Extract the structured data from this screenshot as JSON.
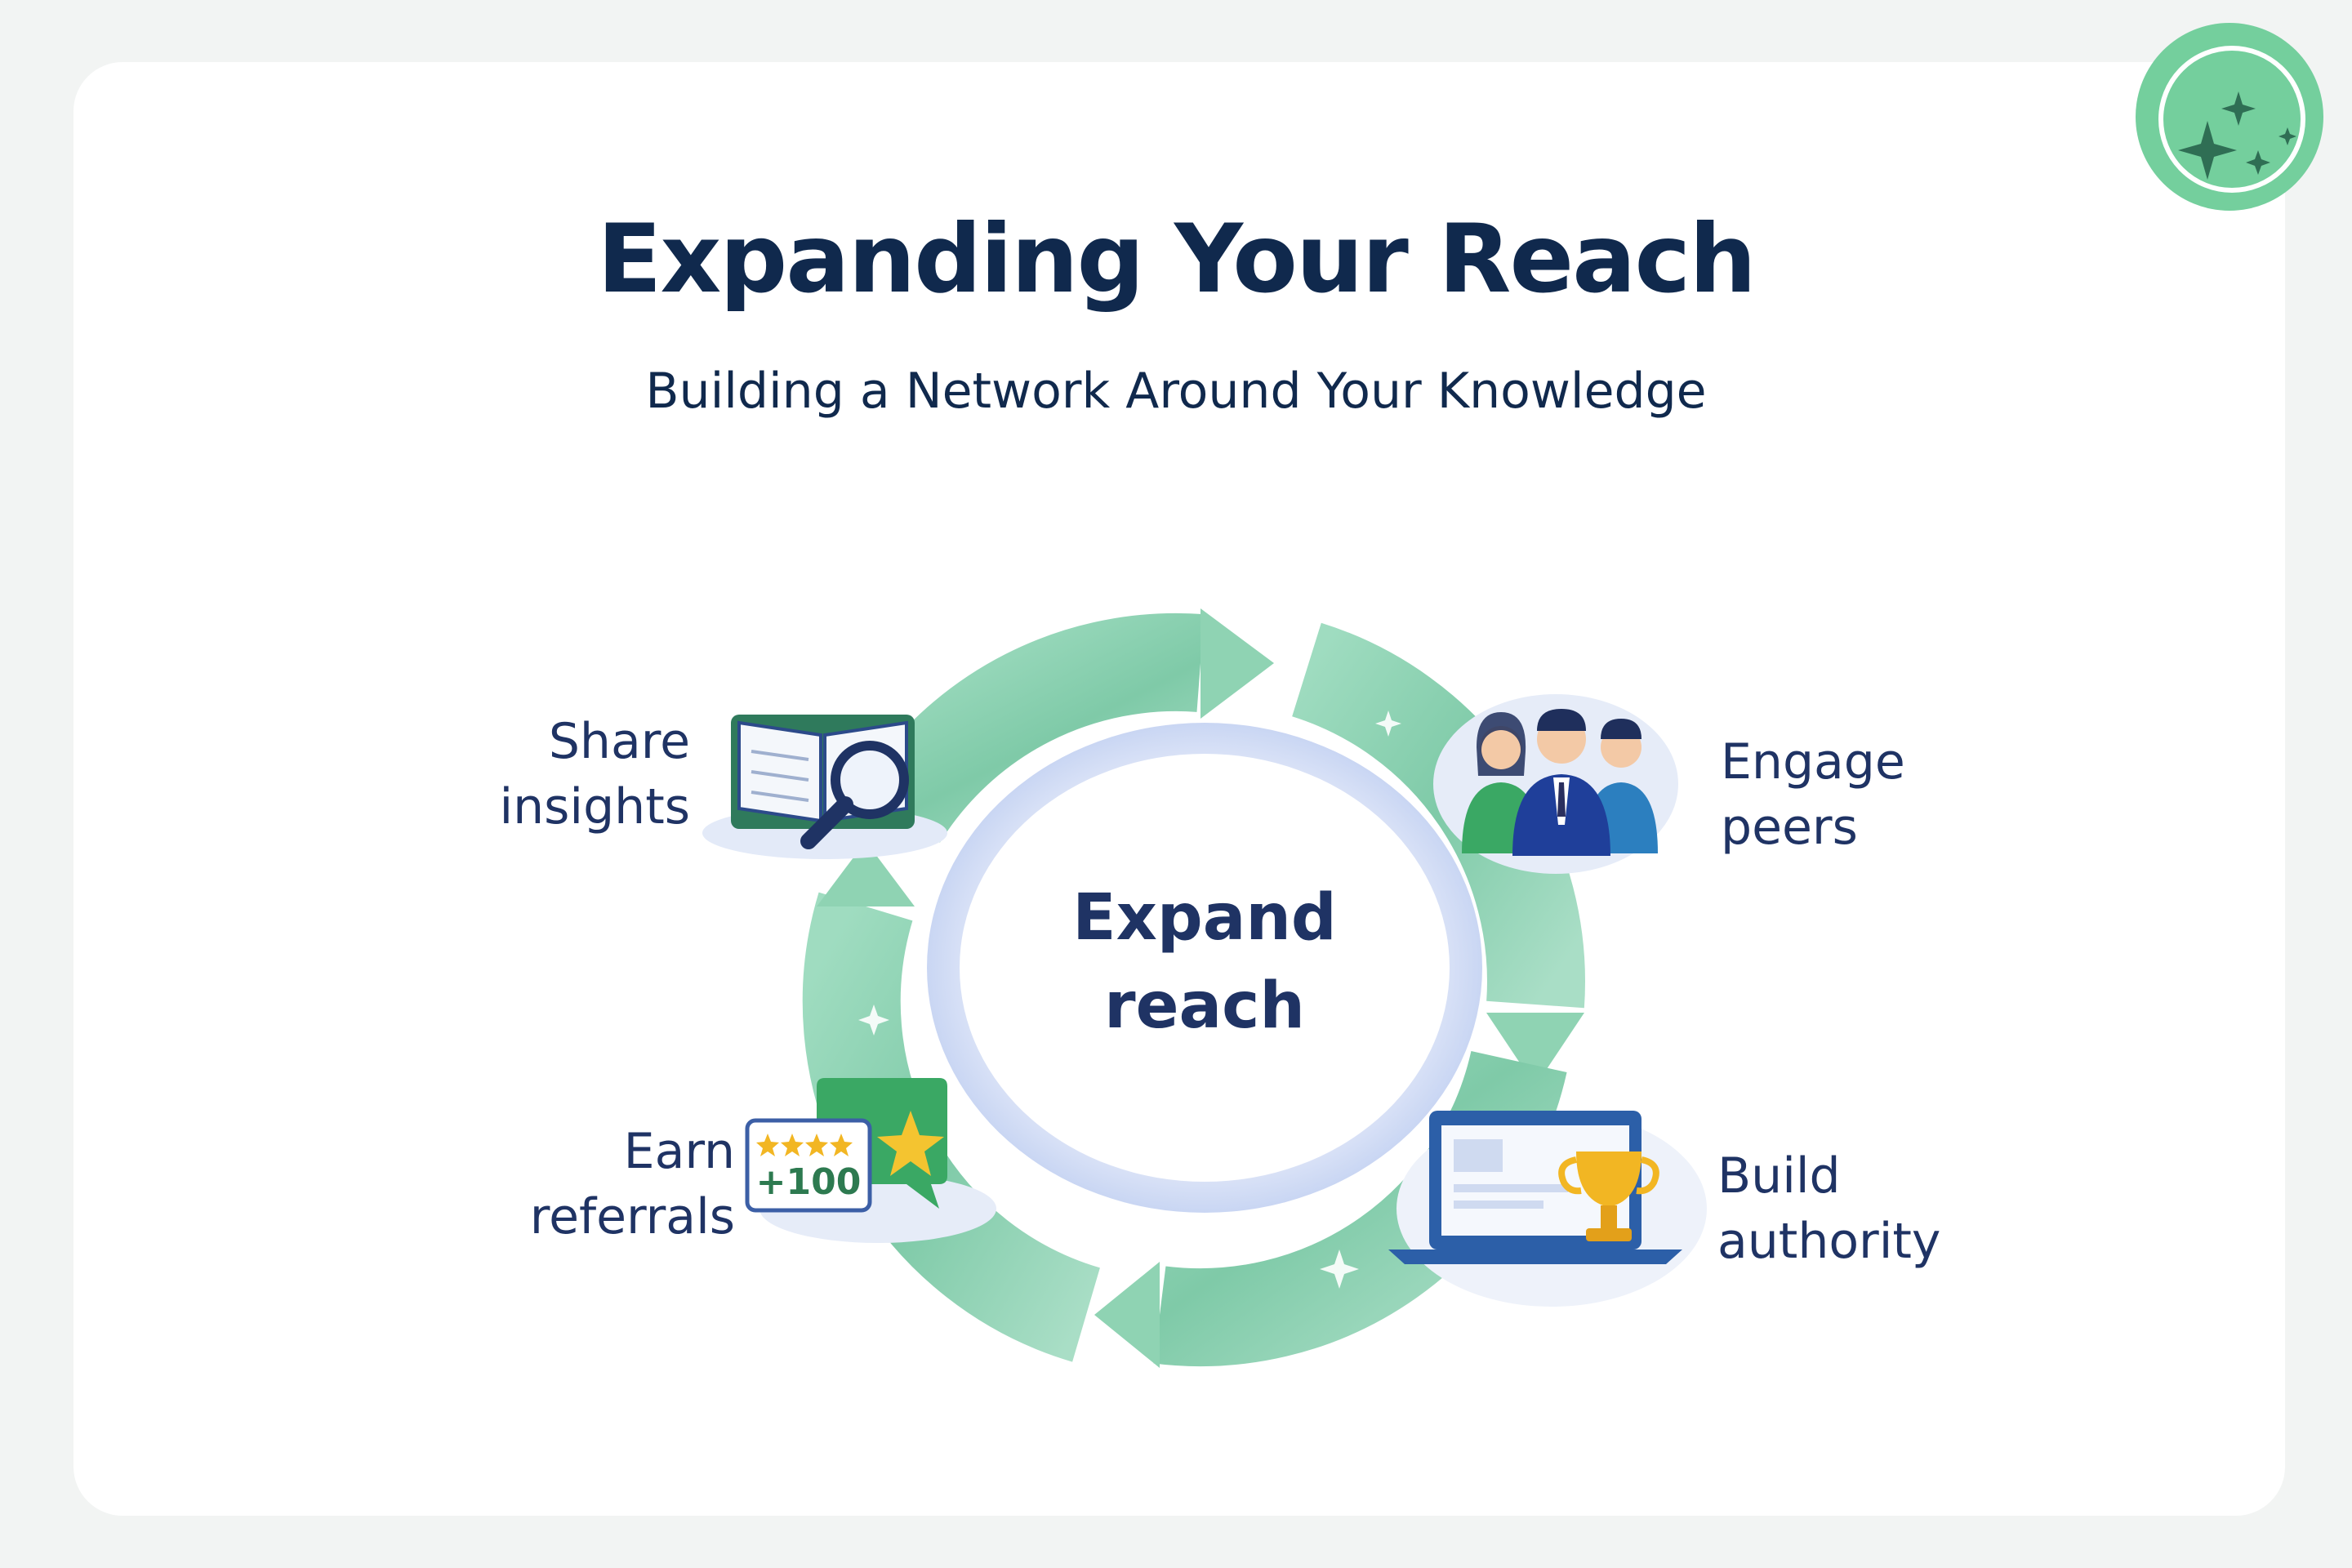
{
  "header": {
    "title": "Expanding Your Reach",
    "subtitle": "Building a Network Around Your Knowledge"
  },
  "badge": {
    "icon": "sparkles-icon",
    "color": "#74cf9d"
  },
  "cycle": {
    "center": {
      "line1": "Expand",
      "line2": "reach"
    },
    "nodes": [
      {
        "id": "share",
        "line1": "Share",
        "line2": "insights",
        "icon": "book-magnifier-icon"
      },
      {
        "id": "engage",
        "line1": "Engage",
        "line2": "peers",
        "icon": "people-group-icon"
      },
      {
        "id": "build",
        "line1": "Build",
        "line2": "authority",
        "icon": "laptop-trophy-icon"
      },
      {
        "id": "earn",
        "line1": "Earn",
        "line2": "referrals",
        "icon": "rating-chat-icon",
        "badge_text": "+100"
      }
    ]
  },
  "colors": {
    "title": "#10294d",
    "ring": "#8fd3b3",
    "center_glow": "#dde5f7",
    "label": "#1f3364"
  }
}
